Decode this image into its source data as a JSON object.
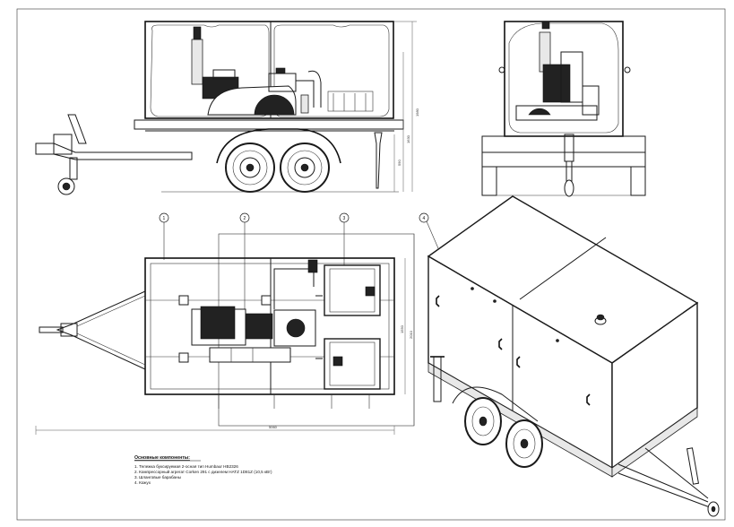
{
  "callouts": [
    "1",
    "2",
    "3",
    "4"
  ],
  "dimensions": {
    "side_height_total": "1980",
    "side_height_body": "1630",
    "side_height_frame": "590",
    "top_width_a": "1550",
    "top_width_b": "2010",
    "top_length": "5060"
  },
  "legend": {
    "title": "Основные компоненты:",
    "items": [
      "1.  Тележка буксируемая 2-осная тип Humbaur HB2326",
      "2.  Компрессорный агрегат Corken 291 с дизелем HATZ 1D81Z (10,5 кВт)",
      "3.  Шланговые барабаны",
      "4.  Кожух"
    ]
  }
}
